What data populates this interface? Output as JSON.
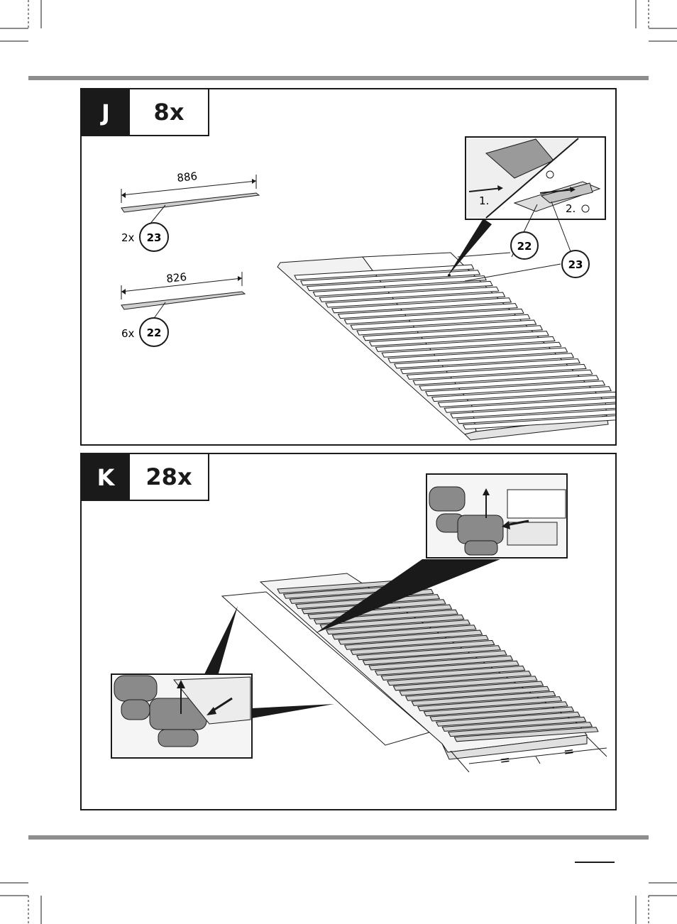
{
  "steps": [
    {
      "letter": "J",
      "quantity": "8x",
      "parts": [
        {
          "length": "886",
          "count": "2x",
          "part_no": "23"
        },
        {
          "length": "826",
          "count": "6x",
          "part_no": "22"
        }
      ],
      "callouts": [
        "22",
        "23"
      ],
      "detail_steps": [
        "1.",
        "2."
      ]
    },
    {
      "letter": "K",
      "quantity": "28x",
      "equal_marks": [
        "=",
        "="
      ]
    }
  ],
  "page_number": ""
}
